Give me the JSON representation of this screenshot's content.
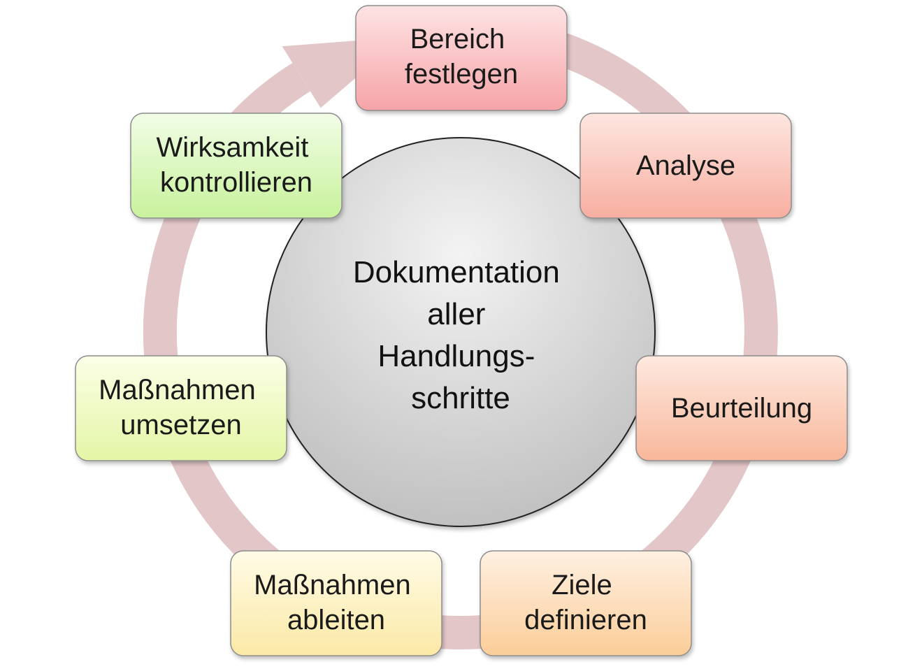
{
  "center": {
    "lines": [
      "Dokumentation",
      "aller",
      "Handlungs-",
      "schritte"
    ]
  },
  "steps": [
    {
      "id": "bereich-festlegen",
      "lines": [
        "Bereich",
        "festlegen"
      ],
      "color_top": "#fde3e4",
      "color_bottom": "#f6a4a7"
    },
    {
      "id": "analyse",
      "lines": [
        "Analyse"
      ],
      "color_top": "#fde6e0",
      "color_bottom": "#f7aea0"
    },
    {
      "id": "beurteilung",
      "lines": [
        "Beurteilung"
      ],
      "color_top": "#fee9e0",
      "color_bottom": "#f8b79a"
    },
    {
      "id": "ziele-definieren",
      "lines": [
        "Ziele",
        "definieren"
      ],
      "color_top": "#fff0e2",
      "color_bottom": "#fbcd98"
    },
    {
      "id": "massnahmen-ableiten",
      "lines": [
        "Maßnahmen",
        "ableiten"
      ],
      "color_top": "#fffbe6",
      "color_bottom": "#fbe9a6"
    },
    {
      "id": "massnahmen-umsetzen",
      "lines": [
        "Maßnahmen",
        "umsetzen"
      ],
      "color_top": "#fbfee6",
      "color_bottom": "#e4f6a6"
    },
    {
      "id": "wirksamkeit-kontrollieren",
      "lines": [
        "Wirksamkeit",
        "kontrollieren"
      ],
      "color_top": "#f1fde6",
      "color_bottom": "#c8f29c"
    }
  ],
  "colors": {
    "cycle_arrow": "#e3c6c8",
    "center_top": "#f3f3f3",
    "center_bottom": "#bdbdbd",
    "border": "#8c8c8c"
  }
}
